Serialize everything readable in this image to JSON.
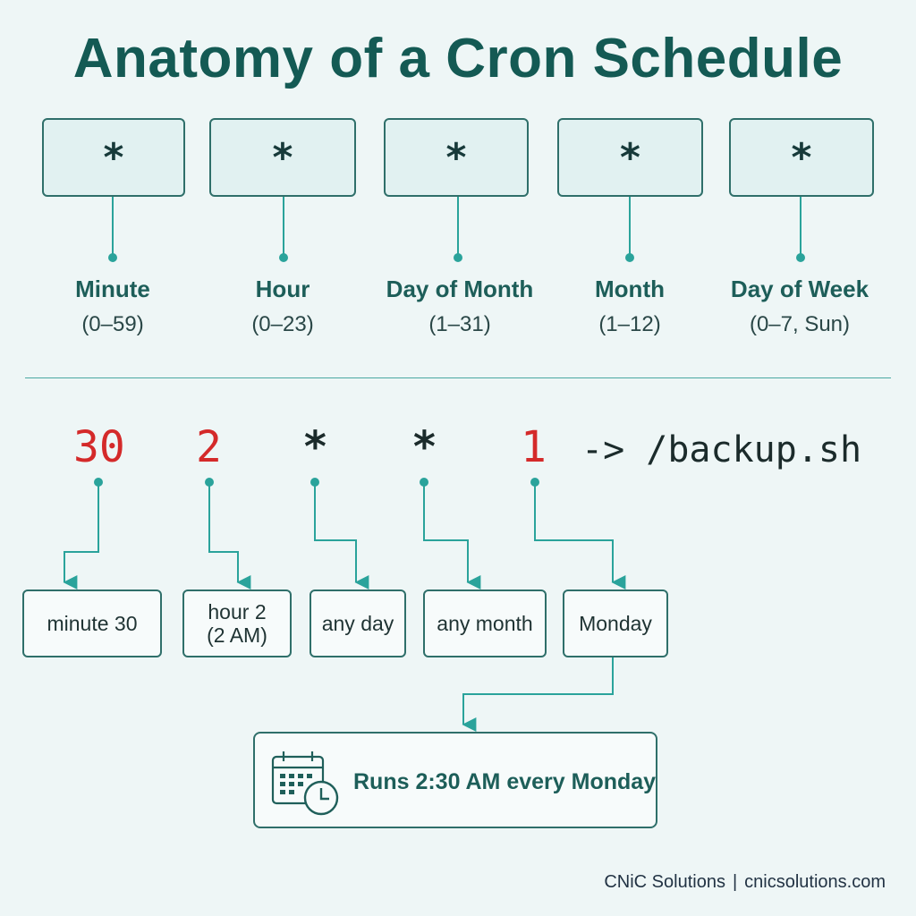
{
  "title": "Anatomy of a Cron Schedule",
  "fields": [
    {
      "symbol": "*",
      "name": "Minute",
      "range": "(0–59)"
    },
    {
      "symbol": "*",
      "name": "Hour",
      "range": "(0–23)"
    },
    {
      "symbol": "*",
      "name": "Day of Month",
      "range": "(1–31)"
    },
    {
      "symbol": "*",
      "name": "Month",
      "range": "(1–12)"
    },
    {
      "symbol": "*",
      "name": "Day of Week",
      "range": "(0–7, Sun)"
    }
  ],
  "example": {
    "tokens": [
      "30",
      "2",
      "*",
      "*",
      "1"
    ],
    "command": "-> /backup.sh",
    "meanings": [
      {
        "line1": "minute 30",
        "line2": ""
      },
      {
        "line1": "hour 2",
        "line2": "(2 AM)"
      },
      {
        "line1": "any day",
        "line2": ""
      },
      {
        "line1": "any month",
        "line2": ""
      },
      {
        "line1": "Monday",
        "line2": ""
      }
    ],
    "result": "Runs 2:30 AM every Monday",
    "result_icon": "calendar-clock-icon"
  },
  "colors": {
    "accent": "#2aa39b",
    "title": "#145a54",
    "highlight_value": "#d42a2a"
  },
  "footer": {
    "brand": "CNiC Solutions",
    "separator": "|",
    "site": "cnicsolutions.com"
  }
}
